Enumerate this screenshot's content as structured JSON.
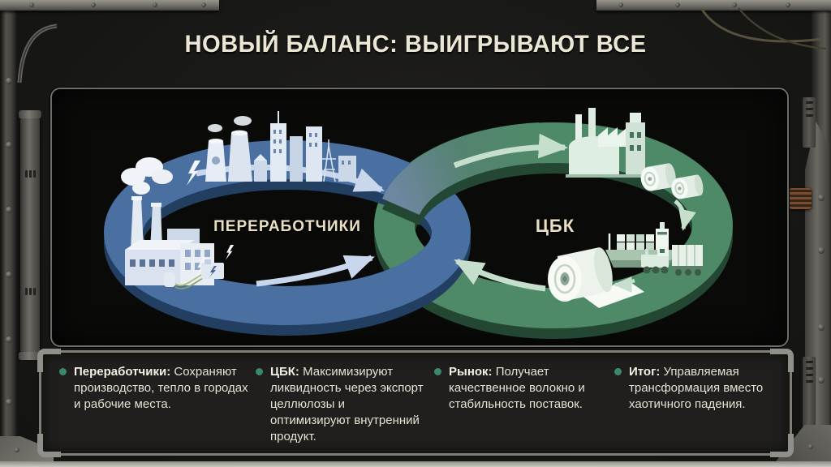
{
  "title": "НОВЫЙ БАЛАНС: ВЫИГРЫВАЮТ ВСЕ",
  "diagram": {
    "left_loop": {
      "label": "ПЕРЕРАБОТЧИКИ",
      "ring_color": "#4a70a2",
      "side_color": "#223e61",
      "arrow_color": "#c9d7ec",
      "icons": [
        "smoking-factory-icon",
        "lightning-icon",
        "city-skyline-icon",
        "power-transformer-icon"
      ]
    },
    "right_loop": {
      "label": "ЦБК",
      "ring_color": "#4e8a67",
      "side_color": "#234733",
      "arrow_color": "#c6dfcc",
      "icons": [
        "paper-mill-icon",
        "paper-rolls-icon",
        "cargo-ship-icon",
        "freight-train-icon",
        "paper-roll-sheet-icon"
      ]
    }
  },
  "legend": {
    "bullet_color": "#3a8a6a",
    "items": [
      {
        "lead": "Переработчики:",
        "text": "Сохраняют производство, тепло в городах и рабочие места."
      },
      {
        "lead": "ЦБК:",
        "text": "Максимизируют ликвидность через экспорт целлюлозы и оптимизируют внутренний продукт."
      },
      {
        "lead": "Рынок:",
        "text": "Получает качественное волокно и стабильность поставок."
      },
      {
        "lead": "Итог:",
        "text": "Управляемая трансформация вместо хаотичного падения."
      }
    ]
  }
}
